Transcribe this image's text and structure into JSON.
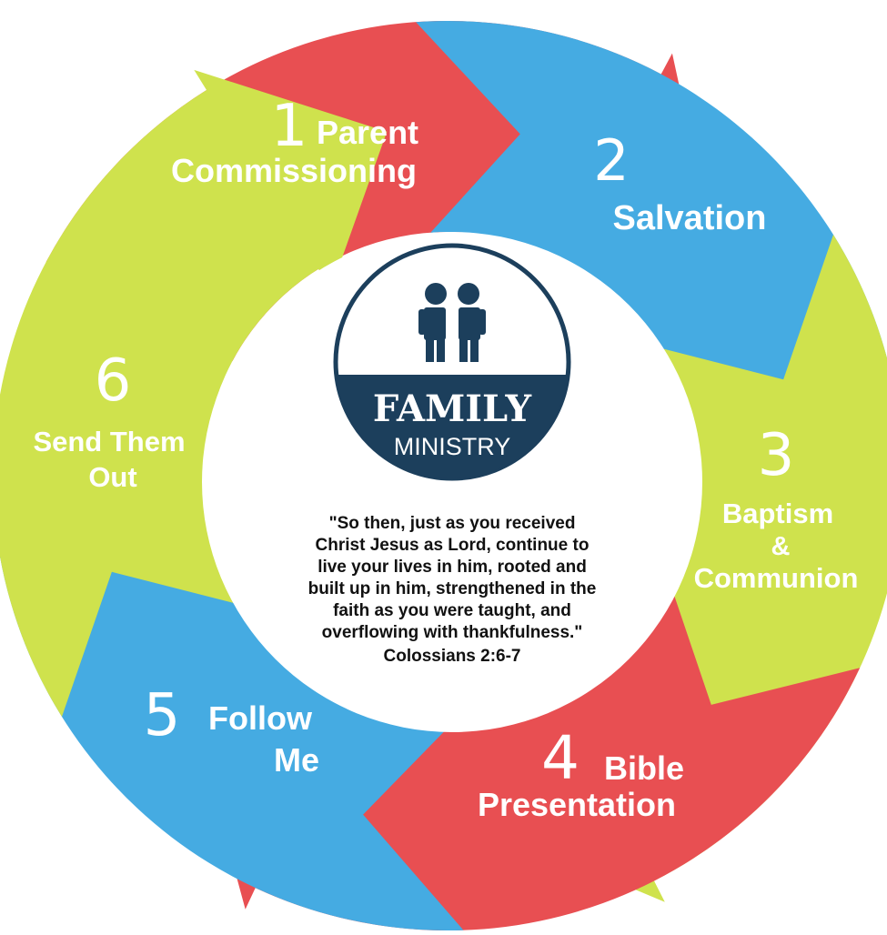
{
  "colors": {
    "red": "#e84f52",
    "blue": "#45abe2",
    "green": "#cfe24d",
    "navy": "#1c3f5c",
    "white": "#ffffff",
    "text_dark": "#111111"
  },
  "steps": [
    {
      "number": "1",
      "label_lines": [
        "Parent",
        "Commissioning"
      ],
      "color": "red"
    },
    {
      "number": "2",
      "label_lines": [
        "Salvation"
      ],
      "color": "blue"
    },
    {
      "number": "3",
      "label_lines": [
        "Baptism",
        "&",
        "Communion"
      ],
      "color": "green"
    },
    {
      "number": "4",
      "label_lines": [
        "Bible",
        "Presentation"
      ],
      "color": "red"
    },
    {
      "number": "5",
      "label_lines": [
        "Follow",
        "Me"
      ],
      "color": "blue"
    },
    {
      "number": "6",
      "label_lines": [
        "Send Them",
        "Out"
      ],
      "color": "green"
    }
  ],
  "logo": {
    "icon": "two-people-icon",
    "title": "FAMILY",
    "subtitle": "MINISTRY"
  },
  "quote": {
    "lines": [
      "\"So then, just as you received",
      "Christ Jesus as Lord, continue to",
      "live your lives in him, rooted and",
      "built up in him, strengthened in the",
      "faith as you were taught, and",
      "overflowing with thankfulness.\""
    ],
    "reference": "Colossians 2:6-7"
  }
}
